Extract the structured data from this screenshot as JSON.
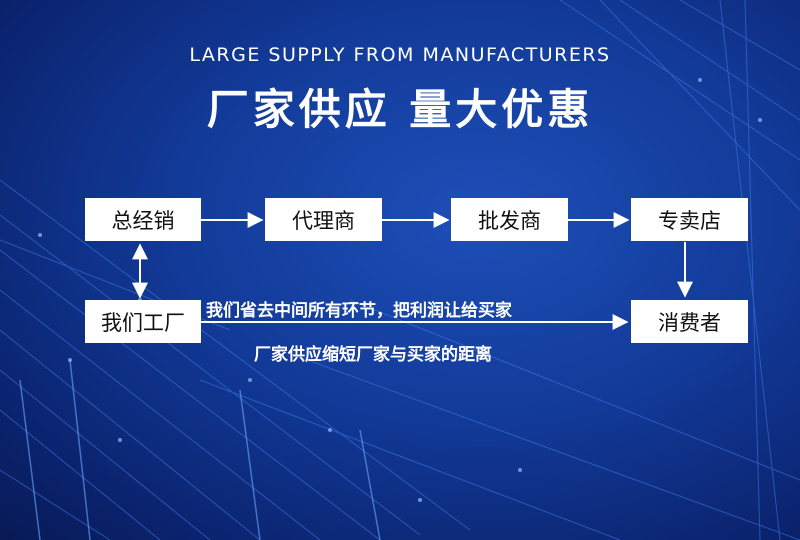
{
  "header": {
    "subtitle": "LARGE SUPPLY FROM MANUFACTURERS",
    "title": "厂家供应 量大优惠"
  },
  "flow": {
    "distributor": "总经销",
    "agent": "代理商",
    "wholesaler": "批发商",
    "store": "专卖店",
    "factory": "我们工厂",
    "consumer": "消费者"
  },
  "notes": {
    "line1": "我们省去中间所有环节，把利润让给买家",
    "line2": "厂家供应缩短厂家与买家的距离"
  },
  "colors": {
    "background": "#123a98",
    "box": "#ffffff",
    "arrow": "#ffffff"
  }
}
